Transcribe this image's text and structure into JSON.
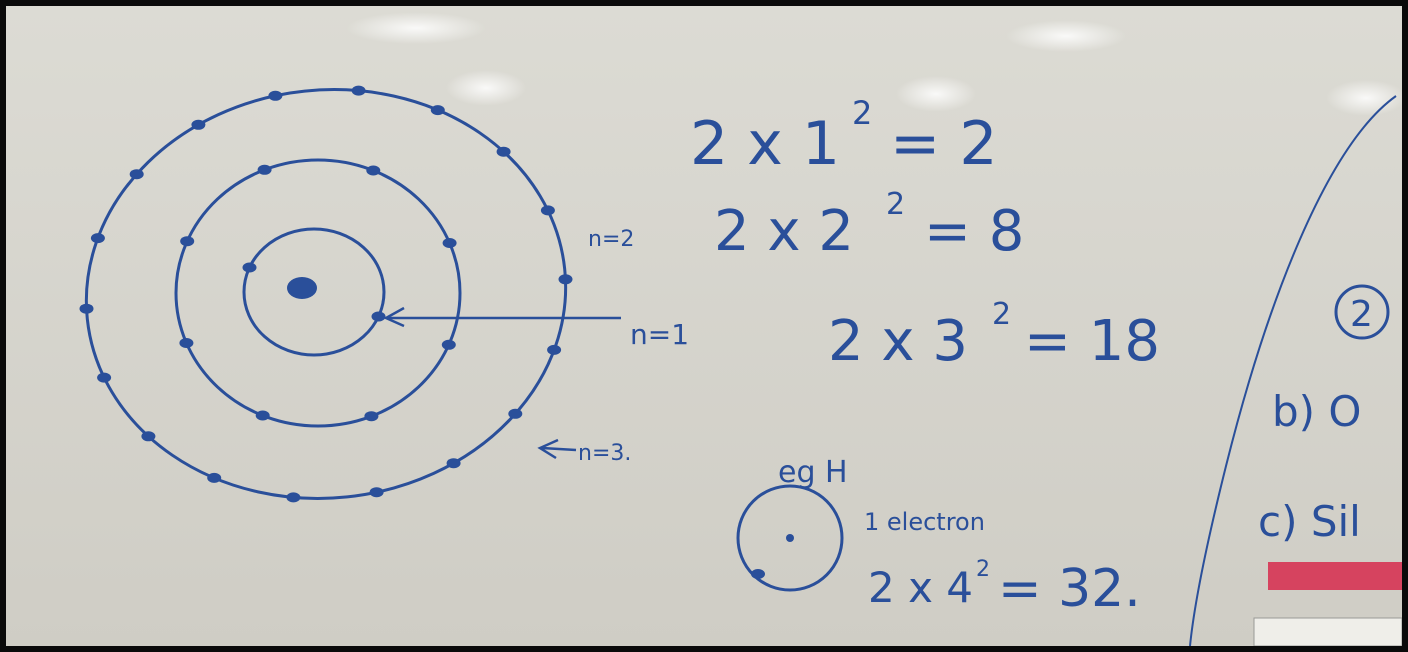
{
  "board": {
    "ink_color": "#2a4f9a",
    "surface_color": "#d7d6cf",
    "equations": [
      {
        "base": "2 x 1",
        "exp": "2",
        "result": "= 2"
      },
      {
        "base": "2 x 2",
        "exp": "2",
        "result": "= 8"
      },
      {
        "base": "2 x 3",
        "exp": "2",
        "result": "= 18"
      },
      {
        "base": "2 x 4",
        "exp": "2",
        "result": "= 32."
      }
    ],
    "shell_labels": [
      "n=2",
      "n=1",
      "n=3."
    ],
    "example_label": "eg H",
    "example_note": "1 electron",
    "right_edge": {
      "circled_number": "2",
      "item_b": "b) O",
      "item_c": "c) Sil"
    }
  }
}
